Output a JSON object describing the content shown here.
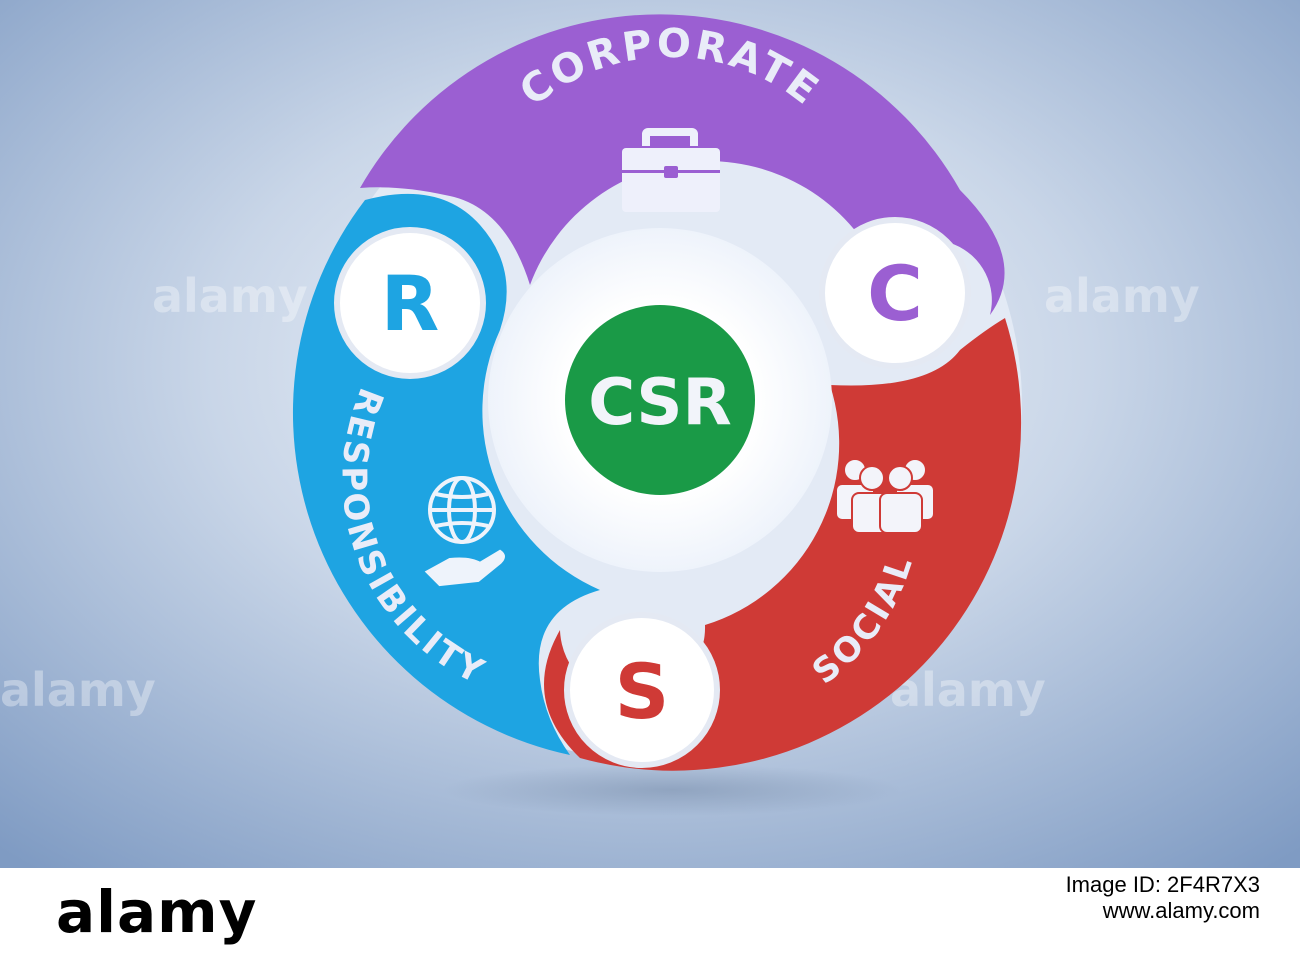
{
  "diagram": {
    "center_label": "CSR",
    "segments": [
      {
        "key": "corporate",
        "word": "CORPORATE",
        "letter": "C",
        "color": "#9b5fd2",
        "icon": "briefcase-icon"
      },
      {
        "key": "social",
        "word": "SOCIAL",
        "letter": "S",
        "color": "#cf3a36",
        "icon": "people-group-icon"
      },
      {
        "key": "responsibility",
        "word": "RESPONSIBILITY",
        "letter": "R",
        "color": "#1ea4e2",
        "icon": "globe-in-hand-icon"
      }
    ],
    "center_color": "#1a9a47"
  },
  "watermark": {
    "text": "alamy"
  },
  "footer": {
    "brand": "alamy",
    "image_id": "Image ID: 2F4R7X3",
    "site": "www.alamy.com"
  }
}
